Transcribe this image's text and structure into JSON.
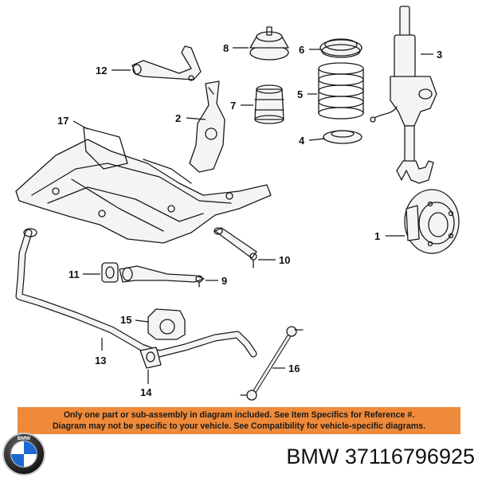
{
  "callouts": [
    "1",
    "2",
    "3",
    "4",
    "5",
    "6",
    "7",
    "8",
    "9",
    "10",
    "11",
    "12",
    "13",
    "14",
    "15",
    "16",
    "17"
  ],
  "notice": {
    "line1": "Only one part or sub-assembly in diagram included. See Item Specifics for Reference #.",
    "line2": "Diagram may not be specific to your vehicle. See Compatibility for vehicle-specific diagrams."
  },
  "logo": {
    "icon": "bmw-roundel-icon",
    "text": "BMW"
  },
  "part_number_text": "BMW 37116796925",
  "colors": {
    "notice_background": "#ee8a3a",
    "logo_blue": "#1c69d4",
    "line": "#1a1a1a"
  }
}
